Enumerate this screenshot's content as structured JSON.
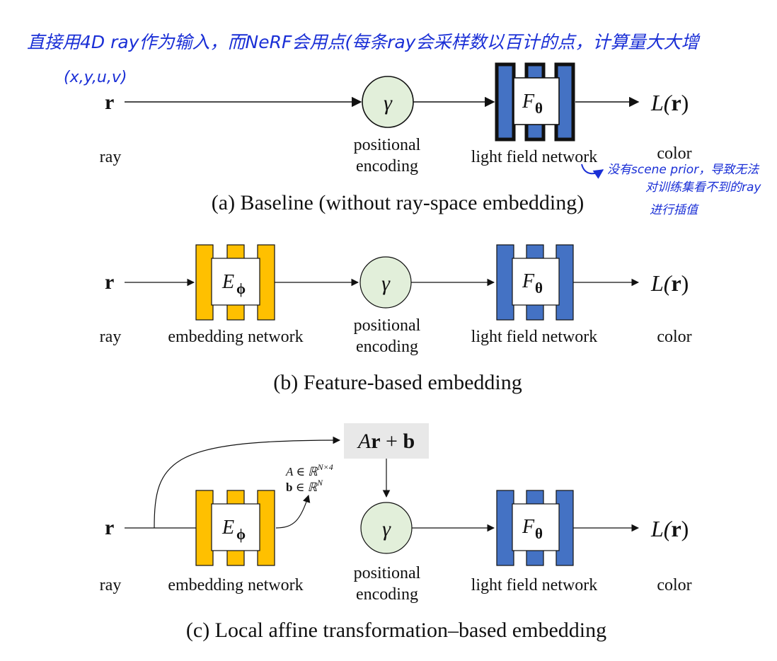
{
  "annotations": {
    "top_note": "直接用4D ray作为输入，而NeRF会用点(每条ray会采样数以百计的点，计算量大大增",
    "coords": "(x,y,u,v)",
    "scene_prior_note": [
      "没有scene prior，导致无法",
      "对训练集看不到的ray",
      "进行插值"
    ]
  },
  "labels": {
    "ray": "ray",
    "color": "color",
    "positional_encoding_1": "positional",
    "positional_encoding_2": "encoding",
    "light_field_network": "light field network",
    "embedding_network": "embedding network",
    "input_symbol": "r",
    "gamma": "γ",
    "F": "F",
    "F_sub": "θ",
    "E": "E",
    "E_sub": "ϕ",
    "output_L": "L(",
    "output_r": "r",
    "output_close": ")",
    "affine_A": "A",
    "affine_r": "r",
    "affine_plus": " + ",
    "affine_b": "b",
    "A_in": "A ∈ ℝ",
    "A_sup": "N×4",
    "b_in": "b",
    "b_rest": " ∈ ℝ",
    "b_sup": "N"
  },
  "captions": {
    "a": "(a) Baseline (without ray-space embedding)",
    "b": "(b) Feature-based embedding",
    "c": "(c) Local affine transformation–based embedding"
  },
  "colors": {
    "network_blue": "#4472c4",
    "embedding_gold": "#ffc000",
    "encoding_green": "#e2efda",
    "affine_bg": "#e8e8e8",
    "handwriting": "#1a2fd6"
  }
}
